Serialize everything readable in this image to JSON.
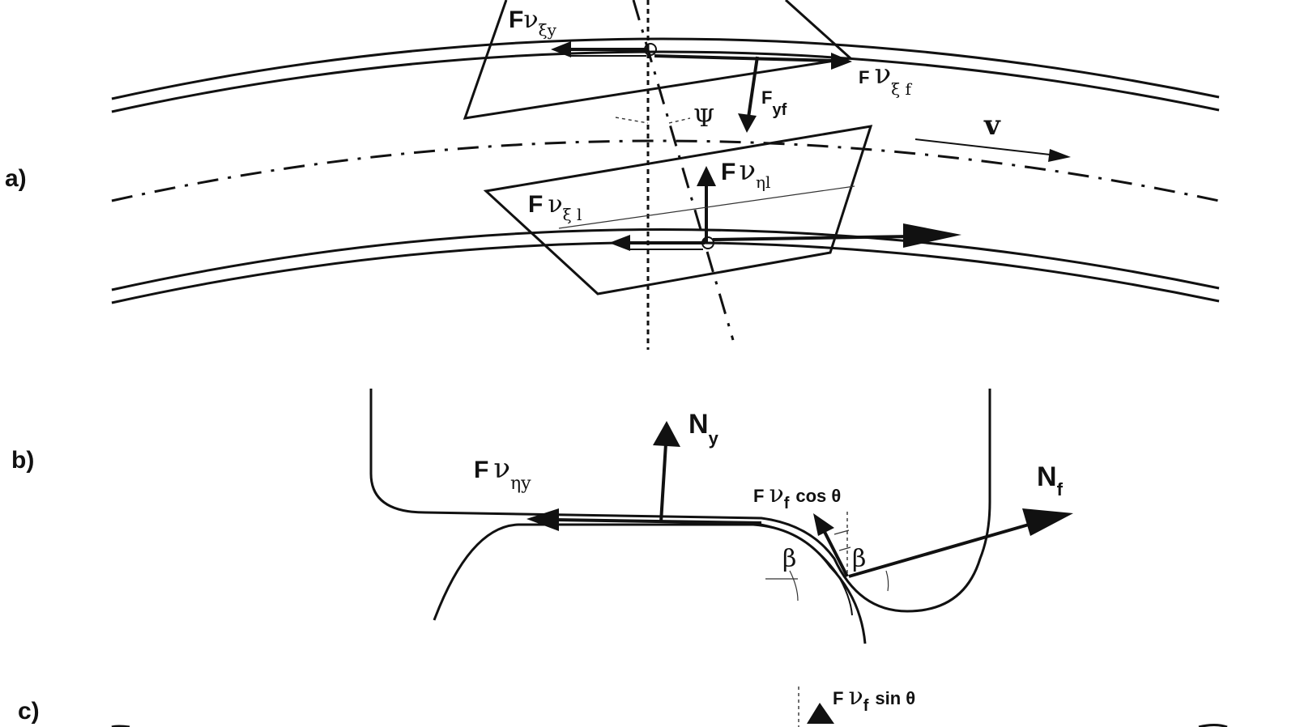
{
  "panels": {
    "a": "a)",
    "b": "b)",
    "c": "c)"
  },
  "labels": {
    "F_vxi_y": {
      "f": "F",
      "v": "ν",
      "sub": "ξy"
    },
    "F_vxi_f": {
      "f": "F",
      "v": "ν",
      "sub": "ξ f"
    },
    "F_yf": {
      "f": "F",
      "sub": "yf"
    },
    "psi": "Ψ",
    "v": "v",
    "F_veta_l": {
      "f": "F",
      "v": "ν",
      "sub": "ηl"
    },
    "F_vxi_l": {
      "f": "F",
      "v": "ν",
      "sub": "ξ l"
    },
    "N_y": {
      "n": "N",
      "sub": "y"
    },
    "F_veta_y": {
      "f": "F",
      "v": "ν",
      "sub": "ηy"
    },
    "F_vf_cos": {
      "f": "F",
      "v": "ν",
      "sub": "f",
      "rest": "cos θ"
    },
    "N_f": {
      "n": "N",
      "sub": "f"
    },
    "beta_left": "β",
    "beta_right": "β",
    "F_vf_sin": {
      "f": "F",
      "v": "ν",
      "sub": "f",
      "rest": "sin θ"
    },
    "top_partial": "ξy"
  }
}
